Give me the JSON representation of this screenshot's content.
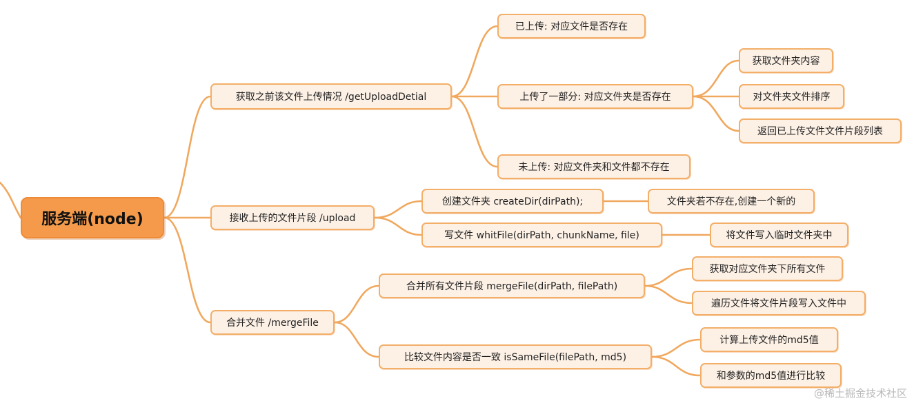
{
  "root": "服务端(node)",
  "branch1": {
    "label": "获取之前该文件上传情况 /getUploadDetial",
    "uploaded": "已上传: 对应文件是否存在",
    "partial": {
      "label": "上传了一部分: 对应文件夹是否存在",
      "children": [
        "获取文件夹内容",
        "对文件夹文件排序",
        "返回已上传文件文件片段列表"
      ]
    },
    "not_uploaded": "未上传: 对应文件夹和文件都不存在"
  },
  "branch2": {
    "label": "接收上传的文件片段 /upload",
    "create_dir": {
      "label": "创建文件夹 createDir(dirPath);",
      "child": "文件夹若不存在,创建一个新的"
    },
    "write_file": {
      "label": "写文件 whitFile(dirPath, chunkName, file)",
      "child": "将文件写入临时文件夹中"
    }
  },
  "branch3": {
    "label": "合并文件 /mergeFile",
    "merge": {
      "label": "合并所有文件片段 mergeFile(dirPath, filePath)",
      "children": [
        "获取对应文件夹下所有文件",
        "遍历文件将文件片段写入文件中"
      ]
    },
    "compare": {
      "label": "比较文件内容是否一致 isSameFile(filePath, md5)",
      "children": [
        "计算上传文件的md5值",
        "和参数的md5值进行比较"
      ]
    }
  },
  "watermark": "@稀土掘金技术社区",
  "colors": {
    "line": "#f0a85e",
    "node_fill": "#fdf1e6",
    "node_border": "#f3ae68",
    "root_fill": "#f59a4a"
  }
}
